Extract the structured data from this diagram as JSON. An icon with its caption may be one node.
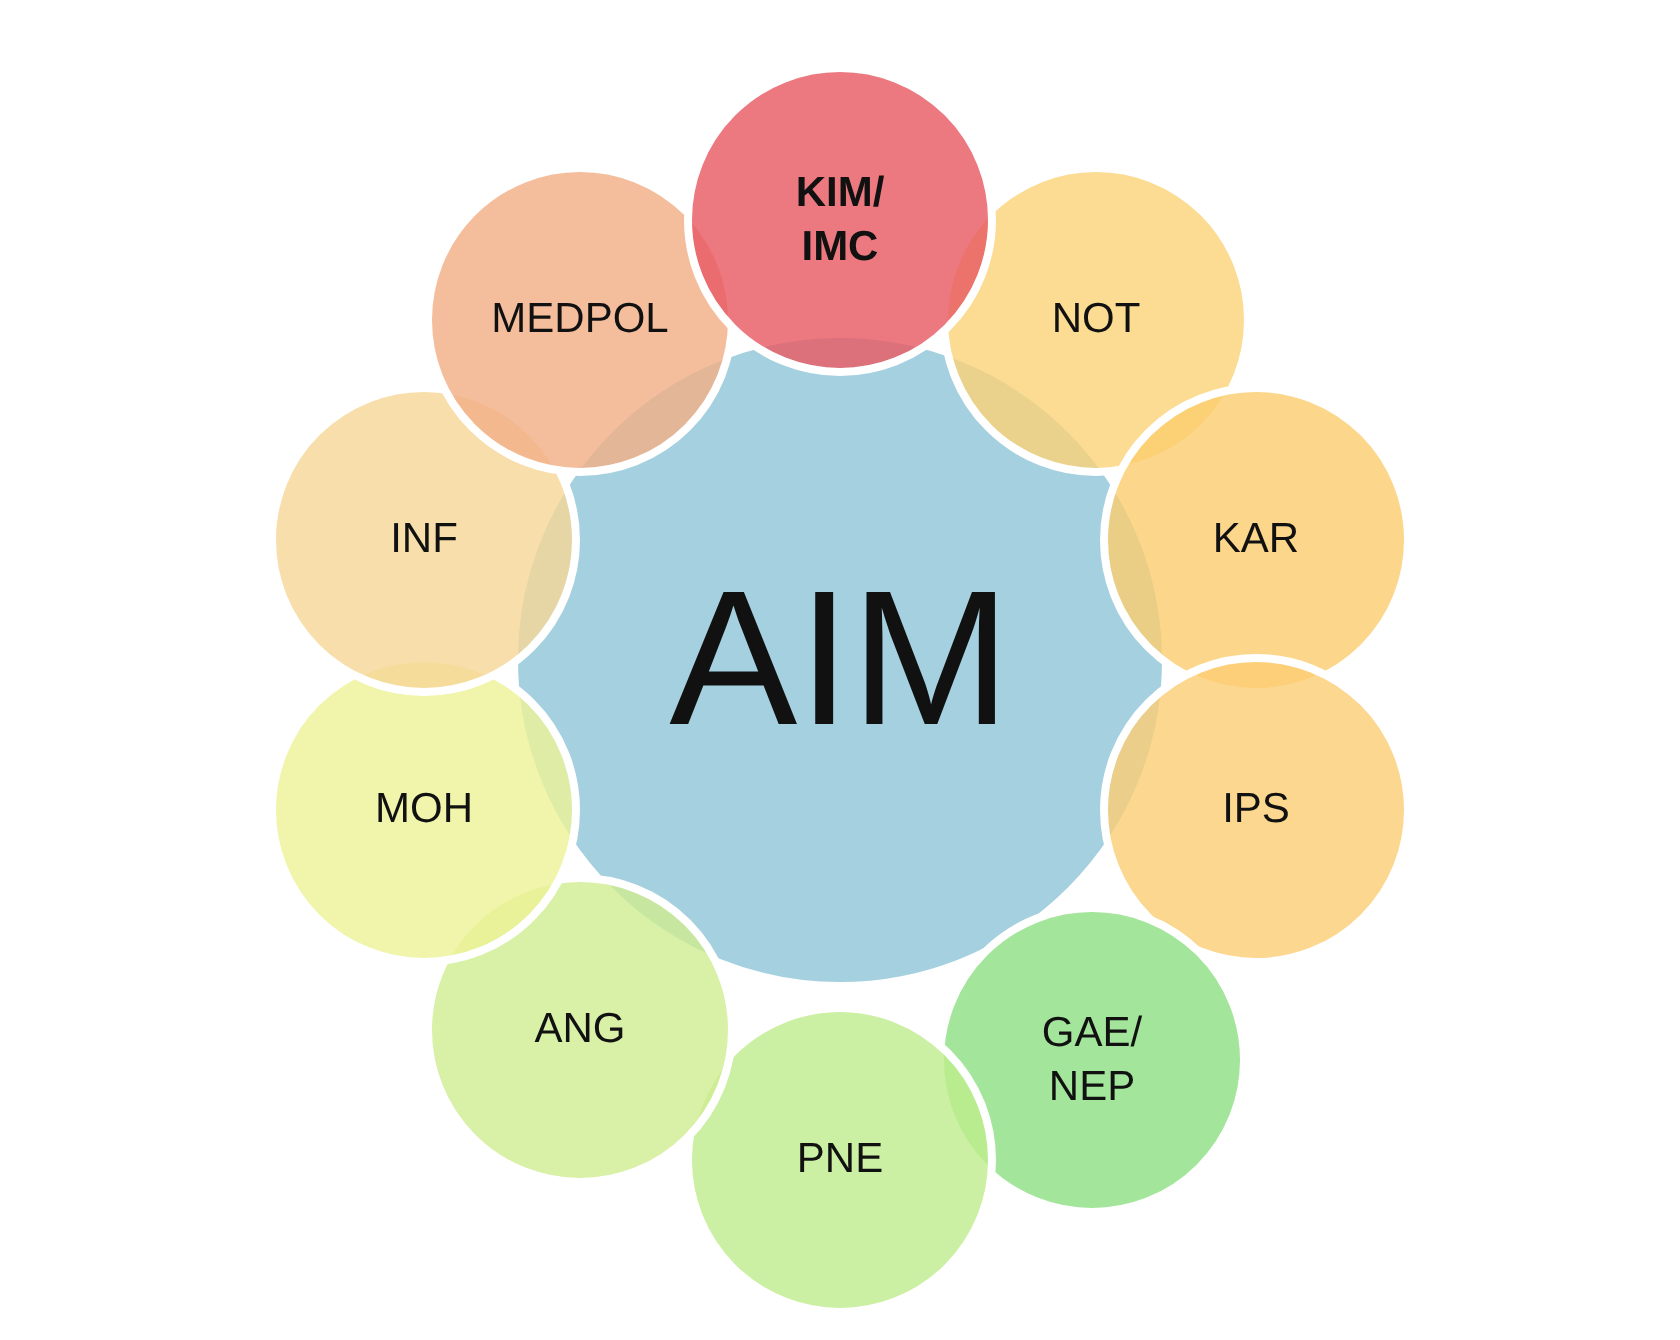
{
  "diagram": {
    "nodes": [
      {
        "text": [
          "AIM"
        ]
      },
      {
        "text": [
          "KIM/ IMC"
        ]
      },
      {
        "text": [
          "NOT"
        ]
      },
      {
        "text": [
          "KAR"
        ]
      },
      {
        "text": [
          "IPS"
        ]
      },
      {
        "text": [
          "GAE/ NEP"
        ]
      },
      {
        "text": [
          "PNE"
        ]
      },
      {
        "text": [
          "ANG"
        ]
      },
      {
        "text": [
          "MOH"
        ]
      },
      {
        "text": [
          "INF"
        ]
      },
      {
        "text": [
          "MEDPOL"
        ]
      }
    ],
    "edges": []
  }
}
